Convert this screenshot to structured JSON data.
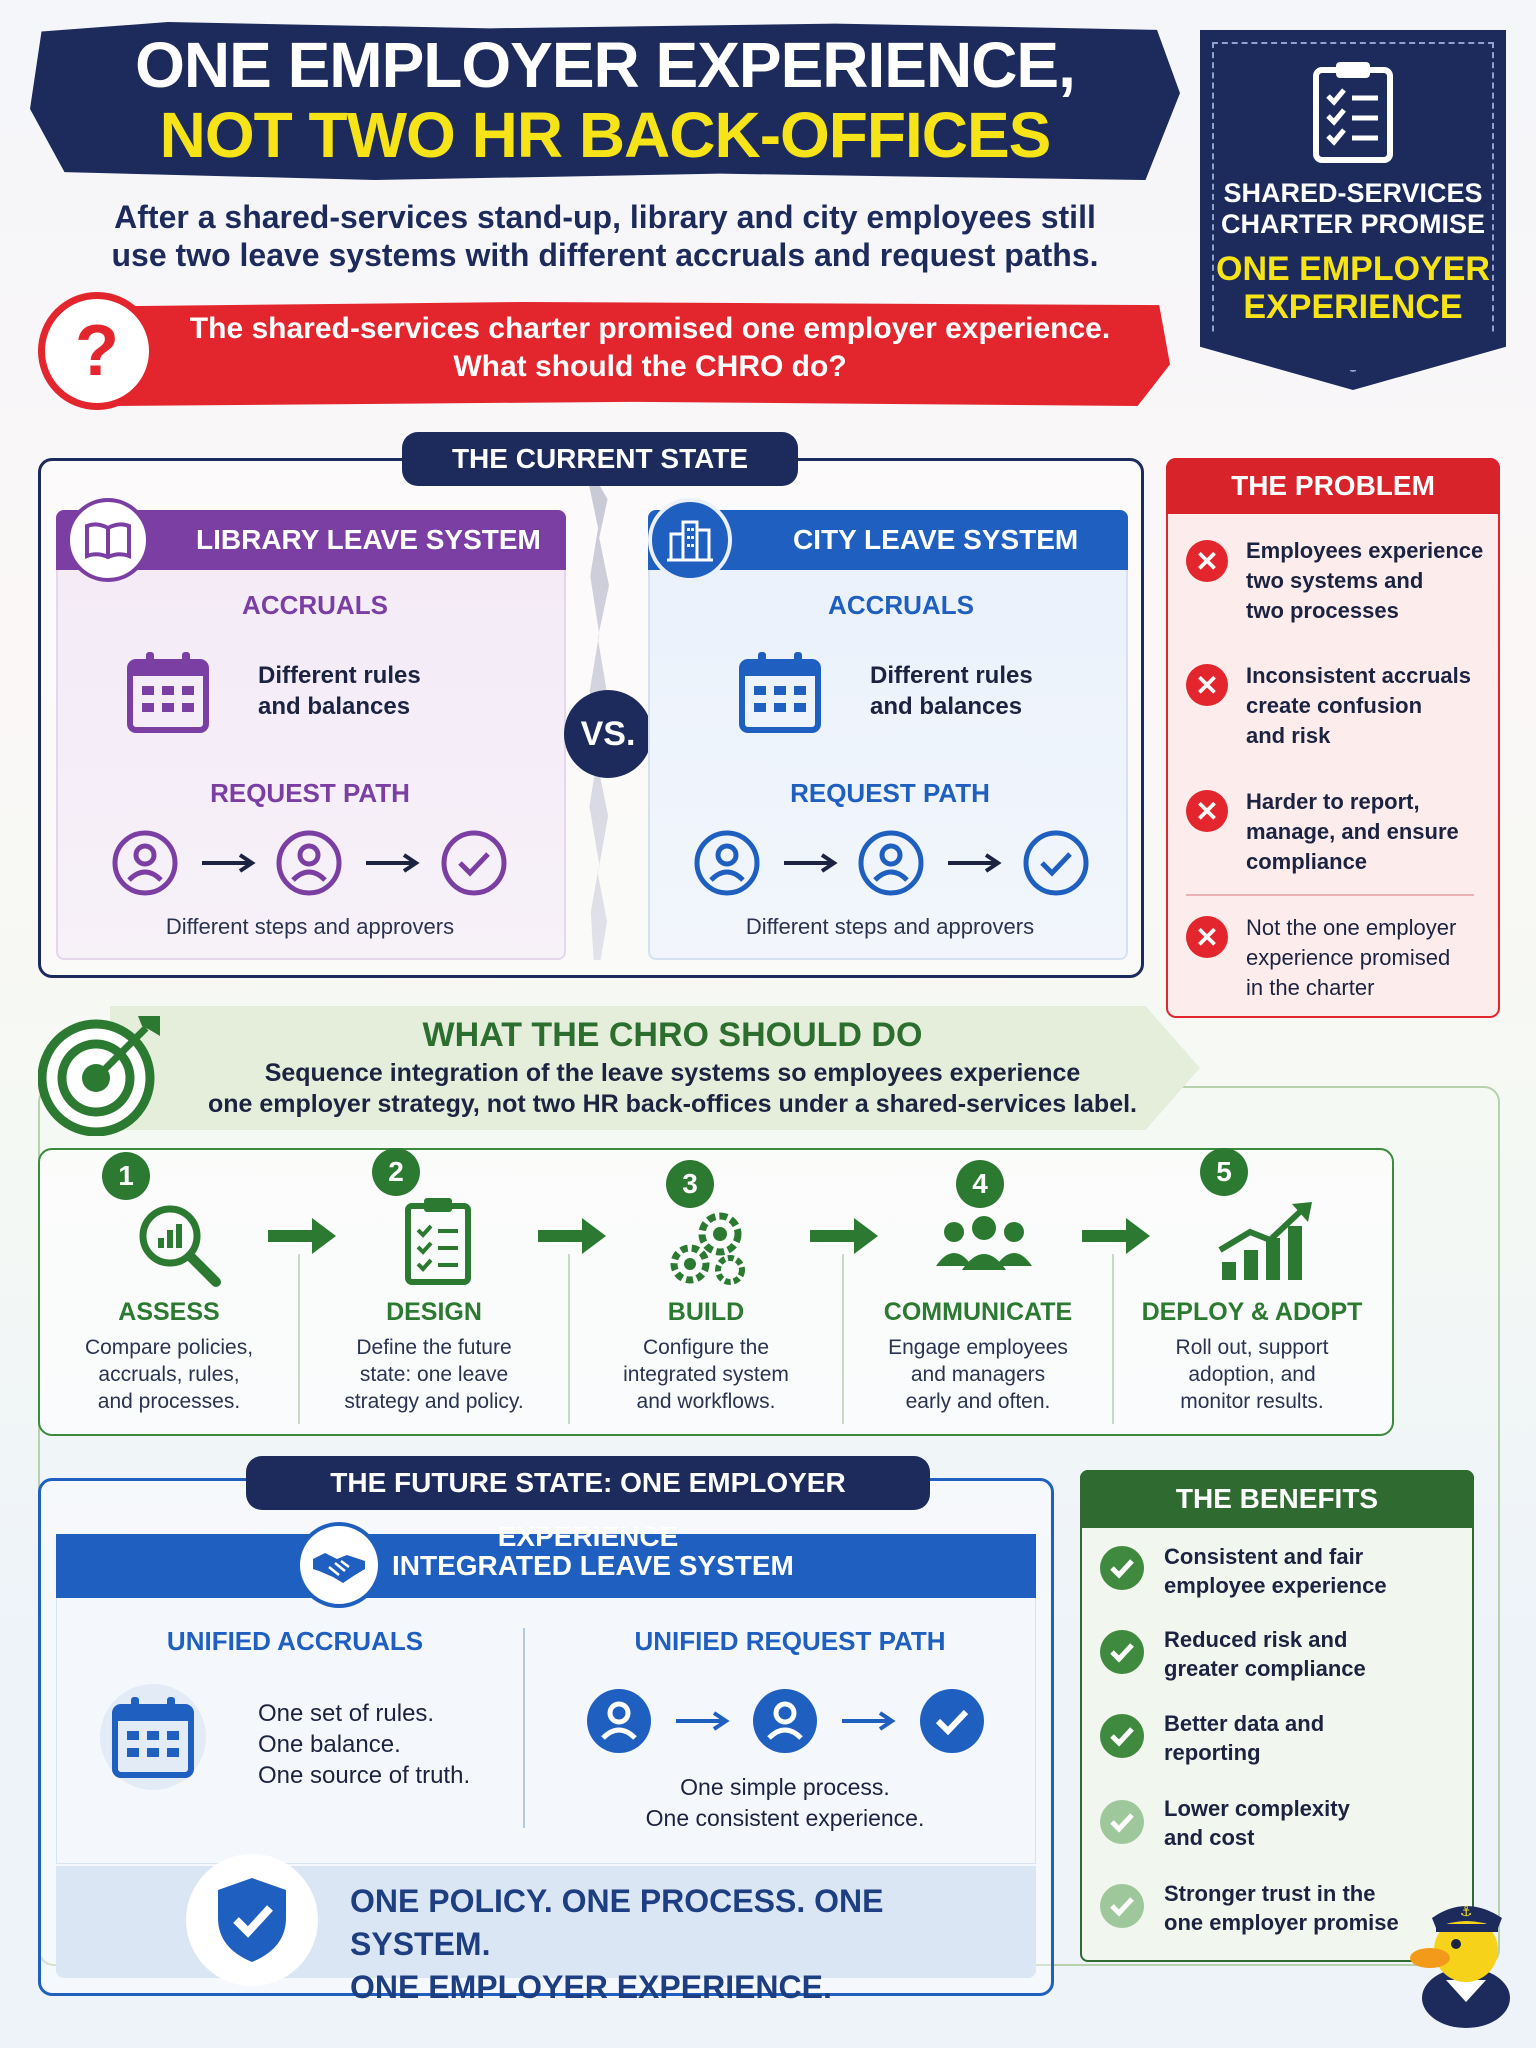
{
  "title": {
    "line1": "ONE EMPLOYER EXPERIENCE,",
    "line2": "NOT TWO HR BACK-OFFICES"
  },
  "subtitle": {
    "line1": "After a shared-services stand-up, library and city employees still",
    "line2": "use two leave systems with different accruals and request paths."
  },
  "question": {
    "mark": "?",
    "line1": "The shared-services charter promised one employer experience.",
    "line2": "What should the CHRO do?"
  },
  "charter": {
    "line1": "SHARED-SERVICES",
    "line2": "CHARTER PROMISE",
    "line3": "ONE EMPLOYER",
    "line4": "EXPERIENCE"
  },
  "current_state": {
    "heading": "THE CURRENT STATE",
    "vs": "VS.",
    "library": {
      "title": "LIBRARY LEAVE SYSTEM",
      "accruals_label": "ACCRUALS",
      "accruals_line1": "Different rules",
      "accruals_line2": "and balances",
      "request_label": "REQUEST PATH",
      "request_text": "Different steps and approvers"
    },
    "city": {
      "title": "CITY LEAVE SYSTEM",
      "accruals_label": "ACCRUALS",
      "accruals_line1": "Different rules",
      "accruals_line2": "and balances",
      "request_label": "REQUEST PATH",
      "request_text": "Different steps and approvers"
    }
  },
  "problem": {
    "heading": "THE PROBLEM",
    "items": [
      {
        "l1": "Employees experience",
        "l2": "two systems and",
        "l3": "two processes"
      },
      {
        "l1": "Inconsistent accruals",
        "l2": "create confusion",
        "l3": "and risk"
      },
      {
        "l1": "Harder to report,",
        "l2": "manage, and ensure",
        "l3": "compliance"
      },
      {
        "l1": "Not the one employer",
        "l2": "experience promised",
        "l3": "in the charter"
      }
    ]
  },
  "chro": {
    "title": "WHAT THE CHRO SHOULD DO",
    "line1": "Sequence integration of the leave systems so employees experience",
    "line2": "one employer strategy, not two HR back-offices under a shared-services label."
  },
  "steps": [
    {
      "num": "1",
      "title": "ASSESS",
      "d1": "Compare policies,",
      "d2": "accruals, rules,",
      "d3": "and processes."
    },
    {
      "num": "2",
      "title": "DESIGN",
      "d1": "Define the future",
      "d2": "state: one leave",
      "d3": "strategy and policy."
    },
    {
      "num": "3",
      "title": "BUILD",
      "d1": "Configure the",
      "d2": "integrated system",
      "d3": "and workflows."
    },
    {
      "num": "4",
      "title": "COMMUNICATE",
      "d1": "Engage employees",
      "d2": "and managers",
      "d3": "early and often."
    },
    {
      "num": "5",
      "title": "DEPLOY & ADOPT",
      "d1": "Roll out, support",
      "d2": "adoption, and",
      "d3": "monitor results."
    }
  ],
  "future_state": {
    "heading": "THE FUTURE STATE: ONE EMPLOYER EXPERIENCE",
    "integrated_title": "INTEGRATED LEAVE SYSTEM",
    "accruals_label": "UNIFIED ACCRUALS",
    "accruals_l1": "One set of rules.",
    "accruals_l2": "One balance.",
    "accruals_l3": "One source of truth.",
    "request_label": "UNIFIED REQUEST PATH",
    "request_l1": "One simple process.",
    "request_l2": "One consistent experience.",
    "motto_l1": "ONE POLICY. ONE PROCESS. ONE SYSTEM.",
    "motto_l2": "ONE EMPLOYER EXPERIENCE."
  },
  "benefits": {
    "heading": "THE BENEFITS",
    "items": [
      {
        "l1": "Consistent and fair",
        "l2": "employee experience"
      },
      {
        "l1": "Reduced risk and",
        "l2": "greater compliance"
      },
      {
        "l1": "Better data and",
        "l2": "reporting"
      },
      {
        "l1": "Lower complexity",
        "l2": "and cost"
      },
      {
        "l1": "Stronger trust in the",
        "l2": "one employer promise"
      }
    ]
  },
  "colors": {
    "navy": "#1d2b5c",
    "yellow": "#f7e418",
    "red": "#e3252d",
    "purple": "#7b3fa4",
    "blue": "#1f5fc0",
    "green": "#2c7a31"
  }
}
